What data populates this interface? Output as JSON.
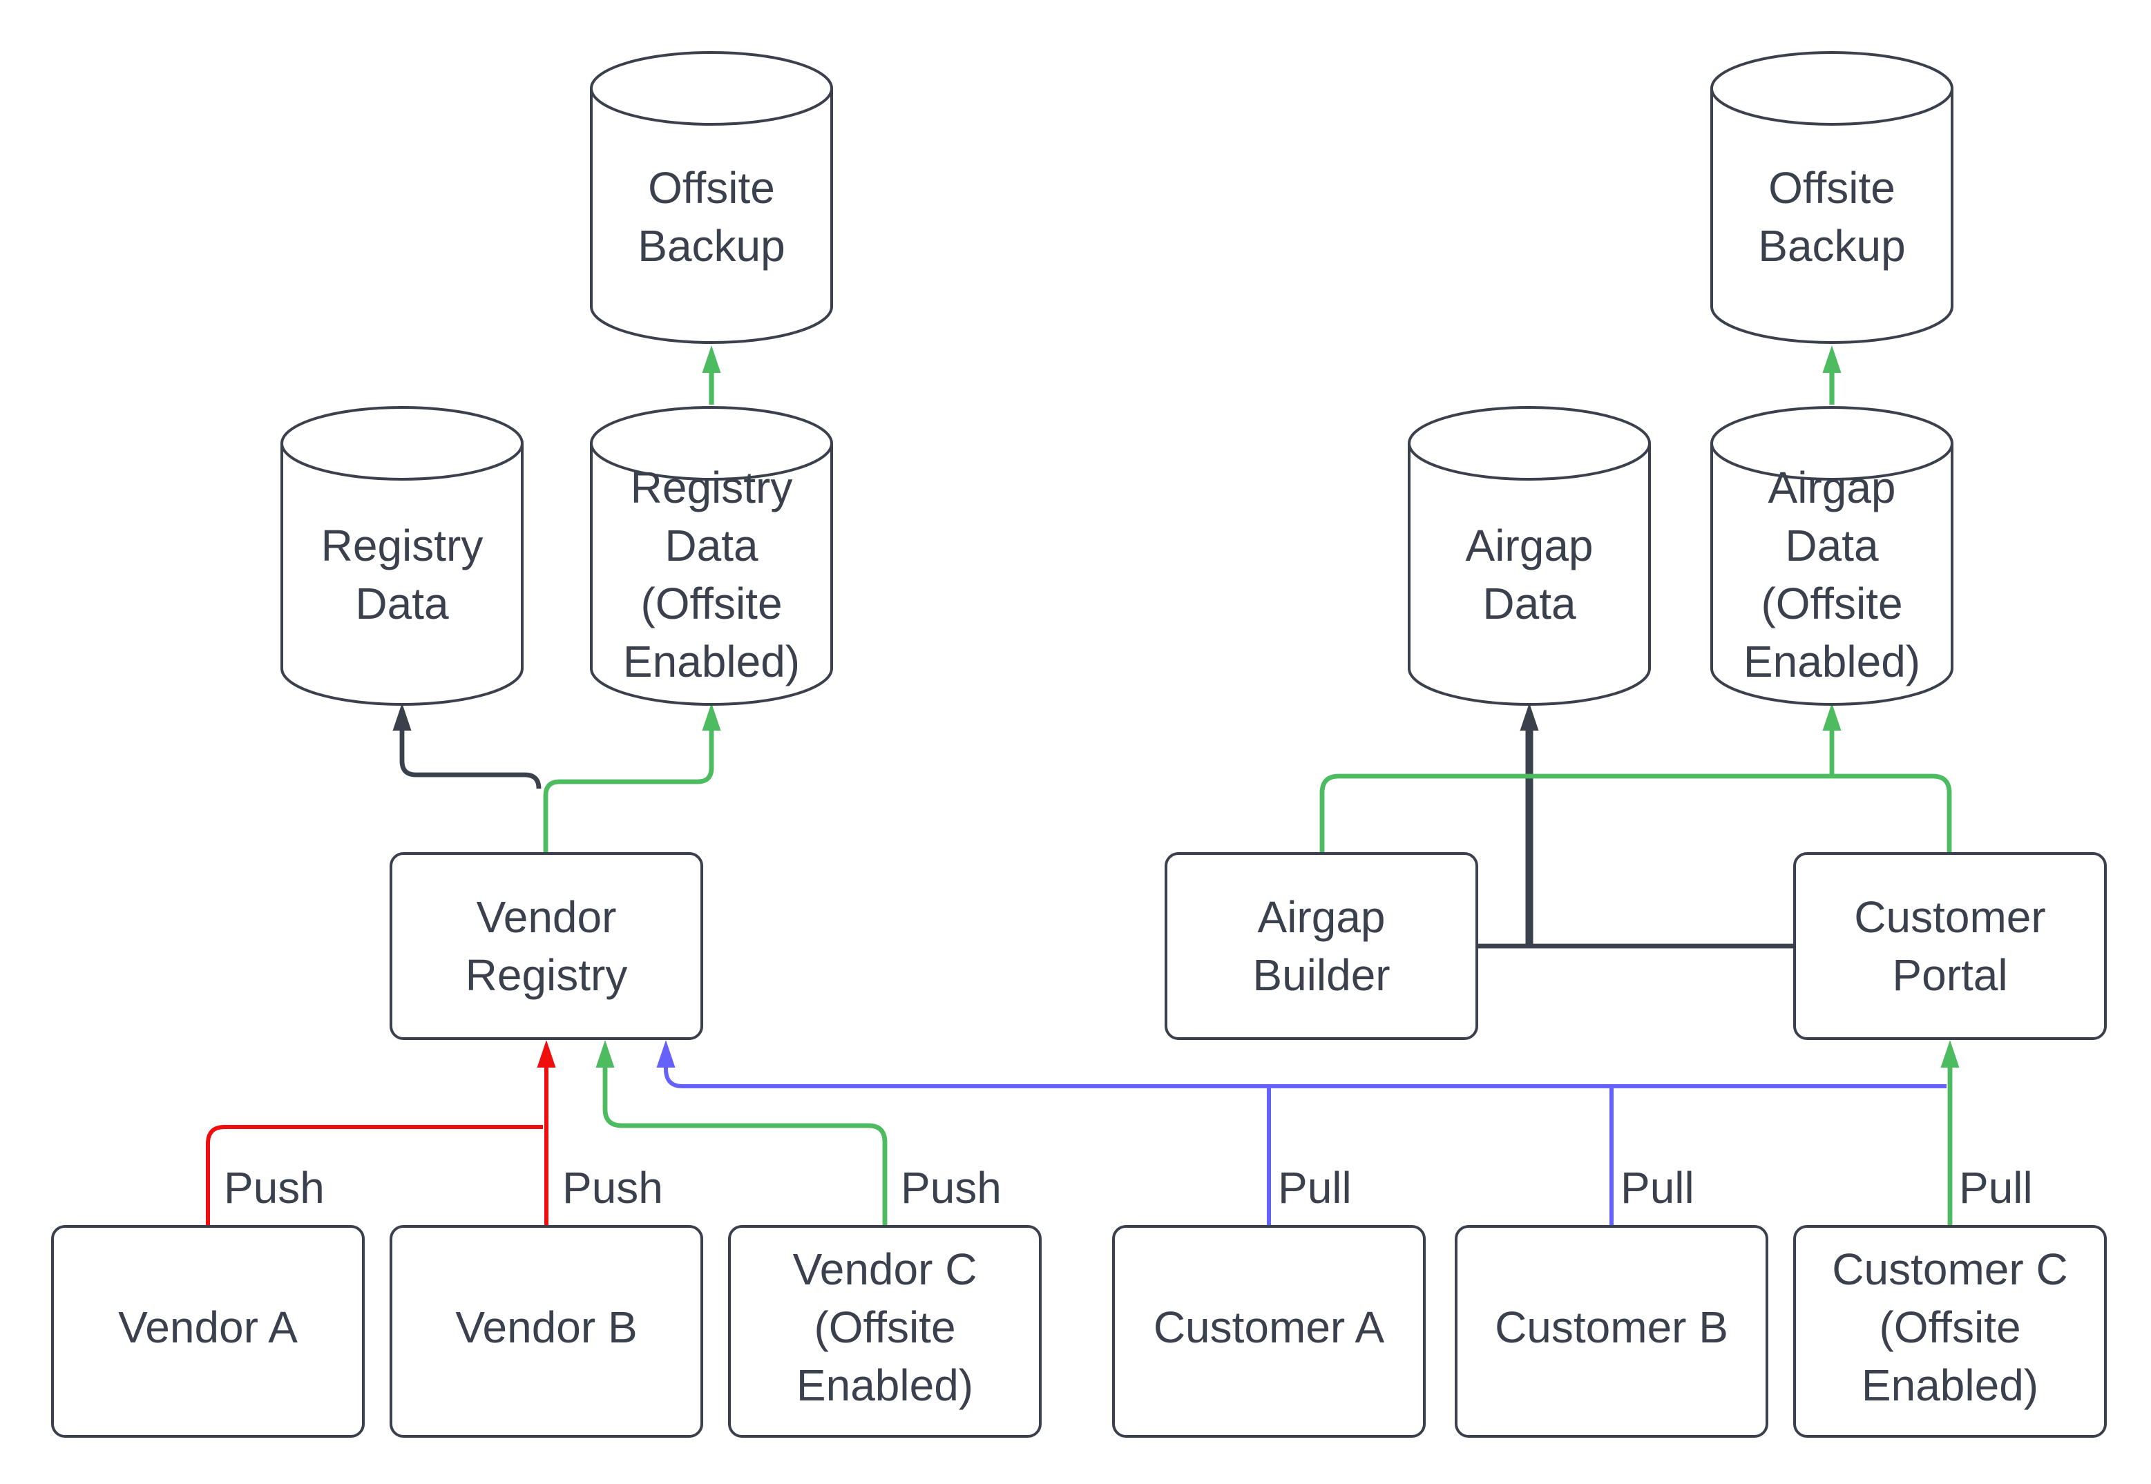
{
  "diagram": {
    "title": "",
    "colors": {
      "stroke_dark": "#3A414C",
      "text": "#3A414C",
      "green": "#4DBC60",
      "red": "#EF0D0D",
      "blue": "#6561FA",
      "background": "#FFFFFF"
    },
    "nodes": [
      {
        "id": "offsite-backup-left",
        "shape": "cylinder",
        "label": "Offsite Backup",
        "lines": [
          "Offsite",
          "Backup"
        ]
      },
      {
        "id": "registry-data",
        "shape": "cylinder",
        "label": "Registry Data",
        "lines": [
          "Registry",
          "Data"
        ]
      },
      {
        "id": "registry-data-offsite",
        "shape": "cylinder",
        "label": "Registry Data (Offsite Enabled)",
        "lines": [
          "Registry",
          "Data",
          "(Offsite",
          "Enabled)"
        ]
      },
      {
        "id": "vendor-registry",
        "shape": "rect",
        "label": "Vendor Registry",
        "lines": [
          "Vendor",
          "Registry"
        ]
      },
      {
        "id": "vendor-a",
        "shape": "rect",
        "label": "Vendor A",
        "lines": [
          "Vendor A"
        ]
      },
      {
        "id": "vendor-b",
        "shape": "rect",
        "label": "Vendor B",
        "lines": [
          "Vendor B"
        ]
      },
      {
        "id": "vendor-c",
        "shape": "rect",
        "label": "Vendor C (Offsite Enabled)",
        "lines": [
          "Vendor C",
          "(Offsite",
          "Enabled)"
        ]
      },
      {
        "id": "offsite-backup-right",
        "shape": "cylinder",
        "label": "Offsite Backup",
        "lines": [
          "Offsite",
          "Backup"
        ]
      },
      {
        "id": "airgap-data",
        "shape": "cylinder",
        "label": "Airgap Data",
        "lines": [
          "Airgap",
          "Data"
        ]
      },
      {
        "id": "airgap-data-offsite",
        "shape": "cylinder",
        "label": "Airgap Data (Offsite Enabled)",
        "lines": [
          "Airgap",
          "Data",
          "(Offsite",
          "Enabled)"
        ]
      },
      {
        "id": "airgap-builder",
        "shape": "rect",
        "label": "Airgap Builder",
        "lines": [
          "Airgap",
          "Builder"
        ]
      },
      {
        "id": "customer-portal",
        "shape": "rect",
        "label": "Customer Portal",
        "lines": [
          "Customer",
          "Portal"
        ]
      },
      {
        "id": "customer-a",
        "shape": "rect",
        "label": "Customer A",
        "lines": [
          "Customer A"
        ]
      },
      {
        "id": "customer-b",
        "shape": "rect",
        "label": "Customer B",
        "lines": [
          "Customer B"
        ]
      },
      {
        "id": "customer-c",
        "shape": "rect",
        "label": "Customer C (Offsite Enabled)",
        "lines": [
          "Customer C",
          "(Offsite",
          "Enabled)"
        ]
      }
    ],
    "edges": [
      {
        "id": "builder-portal-link",
        "from": "airgap-builder",
        "to": "customer-portal",
        "color": "dark",
        "label": ""
      },
      {
        "id": "builder-to-airgap-data",
        "from": "airgap-builder",
        "to": "airgap-data",
        "color": "dark",
        "label": ""
      },
      {
        "id": "registry-to-registry-data",
        "from": "vendor-registry",
        "to": "registry-data",
        "color": "dark",
        "label": ""
      },
      {
        "id": "push-vendor-a",
        "from": "vendor-a",
        "to": "vendor-registry",
        "color": "red",
        "label": "Push"
      },
      {
        "id": "push-vendor-b",
        "from": "vendor-b",
        "to": "vendor-registry",
        "color": "red",
        "label": "Push"
      },
      {
        "id": "pull-customer-a",
        "from": "customer-a",
        "to": "vendor-registry",
        "color": "blue",
        "label": "Pull"
      },
      {
        "id": "pull-customer-b",
        "from": "customer-b",
        "to": "vendor-registry",
        "color": "blue",
        "label": "Pull"
      },
      {
        "id": "push-vendor-c",
        "from": "vendor-c",
        "to": "vendor-registry",
        "color": "green",
        "label": "Push"
      },
      {
        "id": "pull-customer-c",
        "from": "customer-c",
        "to": "customer-portal",
        "color": "green",
        "label": "Pull"
      },
      {
        "id": "registry-to-registry-data-offsite",
        "from": "vendor-registry",
        "to": "registry-data-offsite",
        "color": "green",
        "label": ""
      },
      {
        "id": "registry-data-offsite-to-offsite-backup",
        "from": "registry-data-offsite",
        "to": "offsite-backup-left",
        "color": "green",
        "label": ""
      },
      {
        "id": "portal-to-airgap-builder",
        "from": "customer-portal",
        "to": "airgap-builder",
        "color": "green",
        "label": ""
      },
      {
        "id": "portal-to-airgap-data-offsite",
        "from": "customer-portal",
        "to": "airgap-data-offsite",
        "color": "green",
        "label": ""
      },
      {
        "id": "airgap-data-offsite-to-offsite-backup",
        "from": "airgap-data-offsite",
        "to": "offsite-backup-right",
        "color": "green",
        "label": ""
      }
    ]
  }
}
